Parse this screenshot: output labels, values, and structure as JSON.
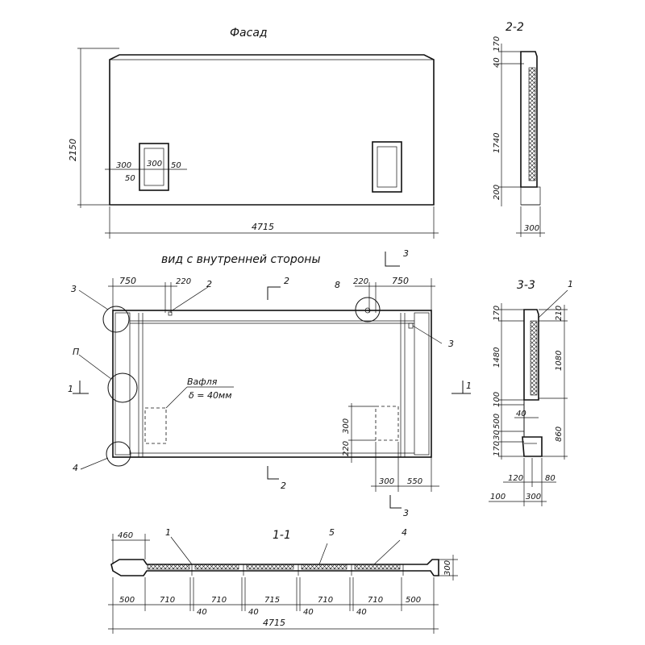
{
  "facade": {
    "title": "Фасад",
    "height": "2150",
    "width": "4715",
    "dim_300a": "300",
    "dim_300b": "300",
    "dim_50a": "50",
    "dim_50b": "50"
  },
  "section22": {
    "title": "2-2",
    "d170": "170",
    "d40": "40",
    "d1740": "1740",
    "d200": "200",
    "d300": "300"
  },
  "inner": {
    "title": "вид с внутренней стороны",
    "cut3_label": "3",
    "d750_left": "750",
    "d220_left": "220",
    "mark2_top": "2",
    "cut2_label_top": "2",
    "mark8": "8",
    "d220_right": "220",
    "d750_right": "750",
    "mark3_left": "3",
    "mark3_right": "3",
    "markP": "П",
    "mark4": "4",
    "cut1_left": "1",
    "cut1_right": "1",
    "waffle_line1": "Вафля",
    "waffle_line2": "δ = 40мм",
    "d300_vert": "300",
    "d220_vert": "220",
    "d300_h": "300",
    "d550_h": "550",
    "cut2_label_bottom": "2",
    "cut3_label_bottom": "3"
  },
  "section33": {
    "title": "3-3",
    "mark1": "1",
    "d170": "170",
    "d1480": "1480",
    "d100": "100",
    "d500": "500",
    "d30": "30",
    "d170b": "170",
    "d210": "210",
    "d1080": "1080",
    "d40": "40",
    "d860": "860",
    "d120": "120",
    "d80": "80",
    "d100b": "100",
    "d300": "300"
  },
  "section11": {
    "title": "1-1",
    "mark1": "1",
    "mark5": "5",
    "mark4": "4",
    "d460": "460",
    "d300": "300",
    "bottom_dims": [
      "500",
      "710",
      "710",
      "715",
      "710",
      "710",
      "500"
    ],
    "gap_dims": [
      "40",
      "40",
      "40",
      "40"
    ],
    "total": "4715"
  }
}
